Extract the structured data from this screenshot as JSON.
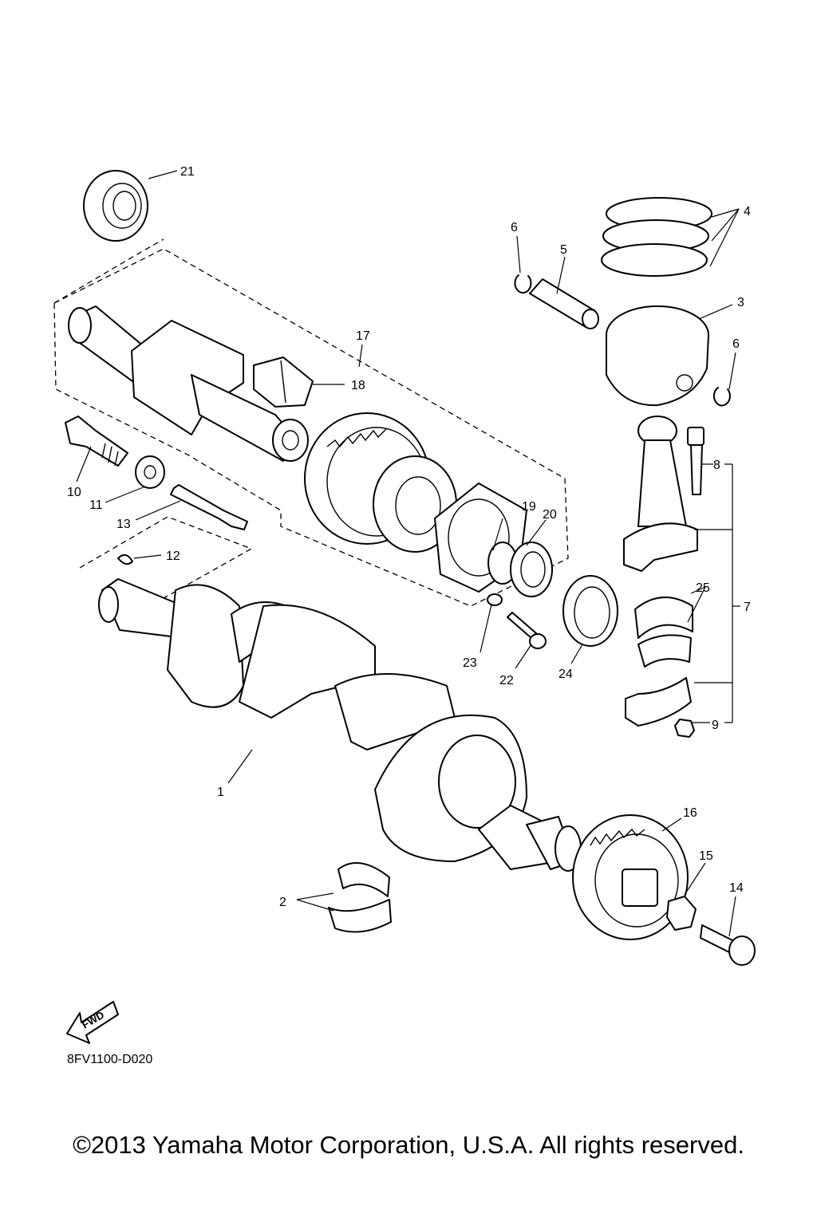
{
  "diagram": {
    "callouts": [
      "1",
      "2",
      "3",
      "4",
      "5",
      "6",
      "6",
      "7",
      "8",
      "9",
      "10",
      "11",
      "12",
      "13",
      "14",
      "15",
      "16",
      "17",
      "18",
      "19",
      "20",
      "21",
      "22",
      "23",
      "24",
      "25"
    ],
    "fwd_label": "FWD",
    "code": "8FV1100-D020"
  },
  "footer": {
    "copyright": "©2013 Yamaha Motor Corporation, U.S.A. All rights reserved."
  }
}
